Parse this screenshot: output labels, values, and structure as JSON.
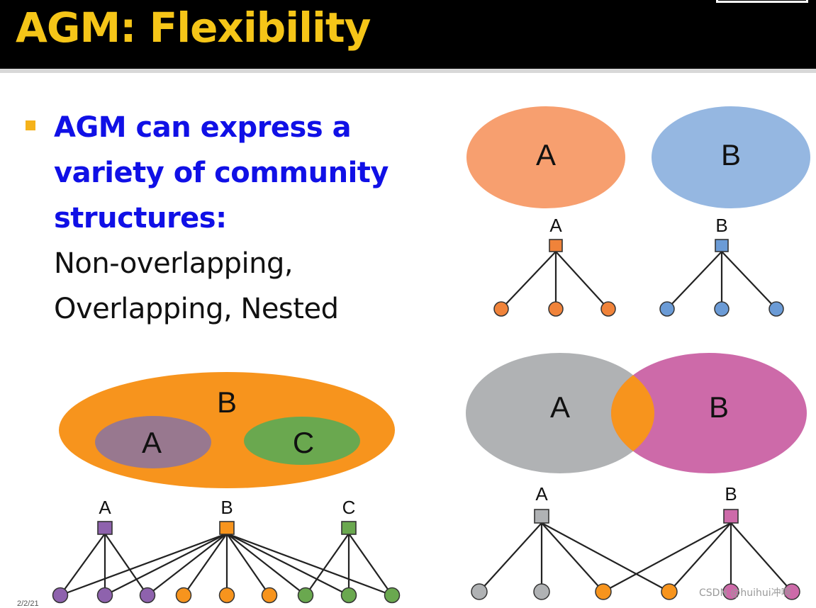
{
  "slide": {
    "title": "AGM: Flexibility",
    "bullet_highlight_lines": [
      "AGM can express a",
      "variety of community",
      "structures:"
    ],
    "bullet_plain_lines": [
      "Non-overlapping,",
      "Overlapping, Nested"
    ]
  },
  "diagrams": {
    "non_overlapping": {
      "communities": [
        {
          "label": "A",
          "color": "#f79f6f"
        },
        {
          "label": "B",
          "color": "#95b7e1"
        }
      ],
      "node_labels": [
        "A",
        "B"
      ],
      "node_colors": [
        "#f0833a",
        "#6b9bd6"
      ]
    },
    "nested": {
      "communities": [
        {
          "label": "B",
          "color": "#f7941d"
        },
        {
          "label": "A",
          "color": "#98788f"
        },
        {
          "label": "C",
          "color": "#6aa84f"
        }
      ],
      "node_labels": [
        "A",
        "B",
        "C"
      ],
      "node_colors": [
        "#8e62ad",
        "#f7941d",
        "#6aa84f"
      ]
    },
    "overlapping": {
      "communities": [
        {
          "label": "A",
          "color": "#b0b2b4"
        },
        {
          "label": "B",
          "color": "#cd6aa9"
        }
      ],
      "overlap_color": "#f7941d",
      "node_labels": [
        "A",
        "B"
      ],
      "node_colors": [
        "#b0b2b4",
        "#f7941d",
        "#cd6aa9"
      ]
    }
  },
  "footer": {
    "date": "2/2/21",
    "watermark": "CSDN @huihui冲啊"
  }
}
